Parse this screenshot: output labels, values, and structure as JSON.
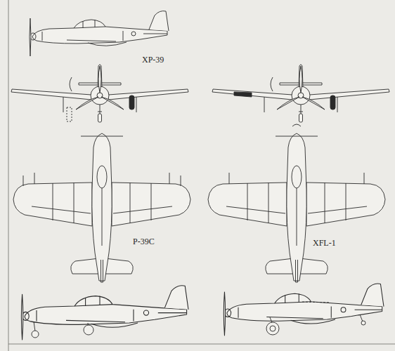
{
  "diagram": {
    "labels": [
      "XP-39",
      "P-39C",
      "XFL-1"
    ]
  }
}
